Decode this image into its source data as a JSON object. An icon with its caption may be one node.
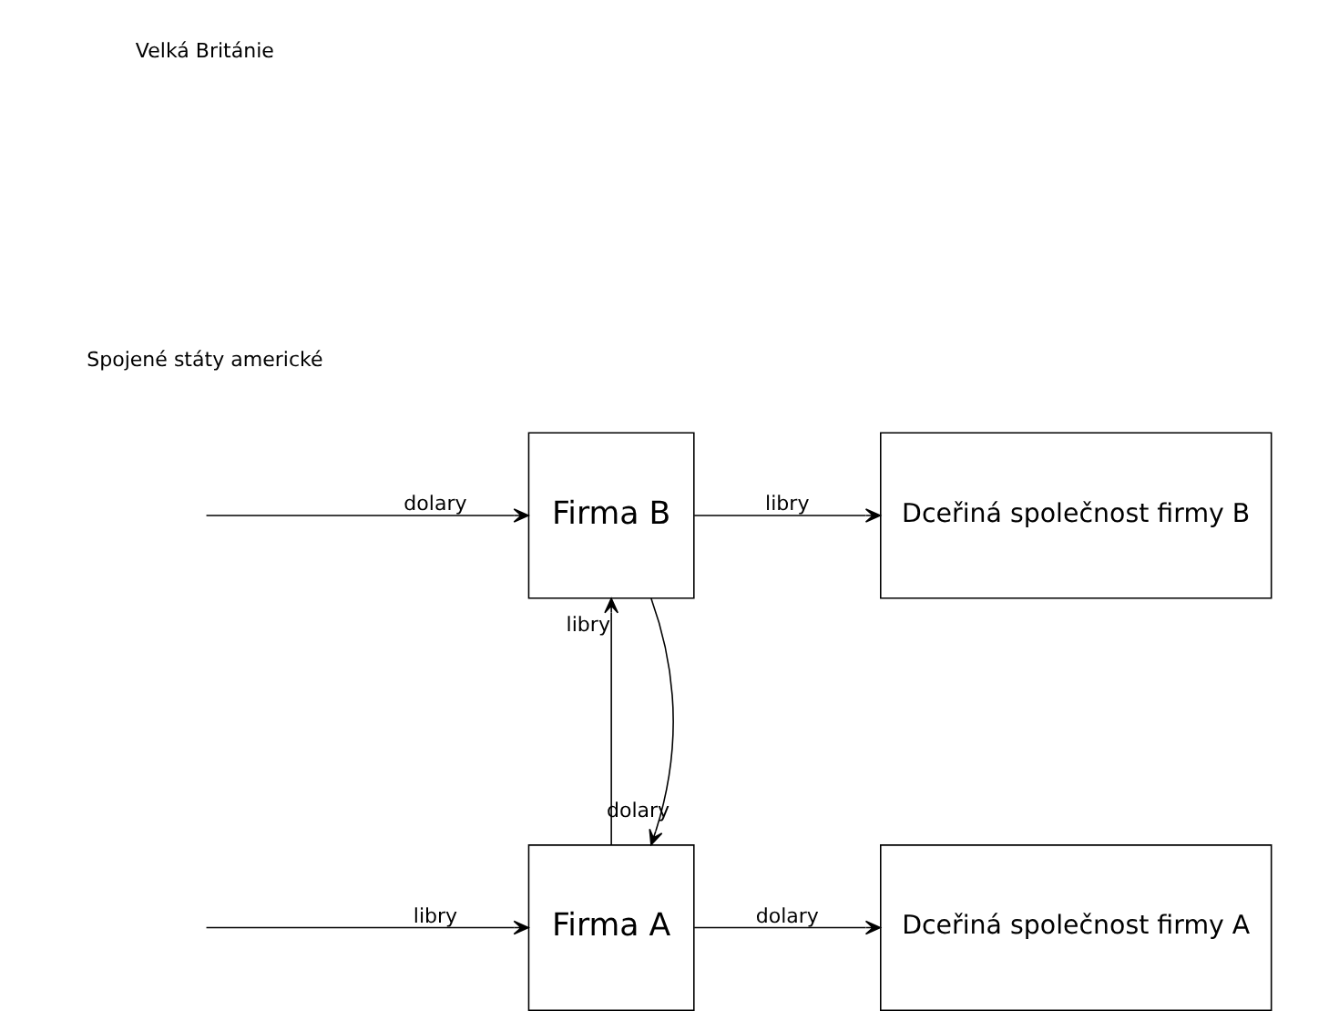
{
  "diagram": {
    "nodes": [
      {
        "text": [
          "Firma A"
        ]
      },
      {
        "text": [
          "Firma B"
        ]
      },
      {
        "text": [
          "Dceřiná společnost firmy B"
        ]
      },
      {
        "text": [
          "Dceřiná společnost firmy A"
        ]
      }
    ],
    "edges": [
      {
        "from": null,
        "to": 0,
        "arrow": "to",
        "label": "libry"
      },
      {
        "from": null,
        "to": 1,
        "arrow": "to",
        "label": "dolary"
      },
      {
        "from": 1,
        "to": 0,
        "arrow": "to",
        "label": "dolary"
      },
      {
        "from": 0,
        "to": 1,
        "arrow": "to",
        "label": "libry"
      },
      {
        "from": 1,
        "to": 2,
        "arrow": "to",
        "label": "libry"
      },
      {
        "from": 0,
        "to": 3,
        "arrow": "to",
        "label": "dolary"
      }
    ],
    "labels": [
      "Velká Británie",
      "Spojené státy americké"
    ]
  }
}
